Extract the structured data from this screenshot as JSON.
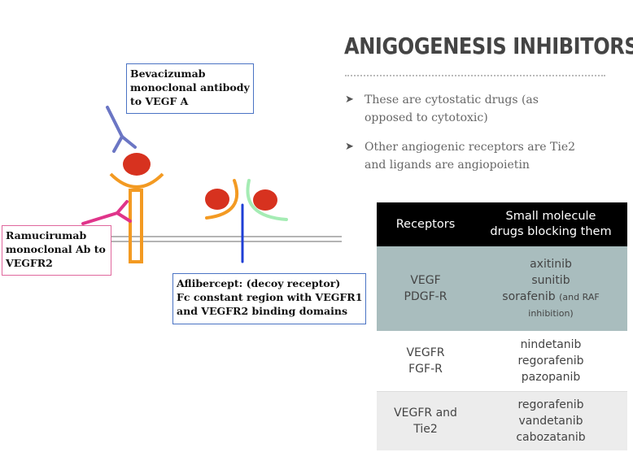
{
  "slide": {
    "title": "ANIGOGENESIS INHIBITORS",
    "bullets": [
      {
        "lines": [
          "These are cytostatic drugs (as",
          "opposed to cytotoxic)"
        ]
      },
      {
        "lines": [
          "Other angiogenic receptors are Tie2",
          "and ligands are angiopoietin"
        ]
      }
    ],
    "bullet_marker": "➤"
  },
  "callouts": {
    "bevacizumab": {
      "lines": [
        "Bevacizumab",
        "monoclonal antibody",
        "to VEGF A"
      ]
    },
    "ramucirumab": {
      "lines": [
        "Ramucirumab",
        "monoclonal Ab to",
        "VEGFR2"
      ]
    },
    "aflibercept": {
      "lines": [
        "Aflibercept: (decoy receptor)",
        "Fc constant region with VEGFR1",
        "and VEGFR2 binding domains"
      ]
    }
  },
  "table": {
    "headers": {
      "receptors": "Receptors",
      "drugs_line1": "Small molecule",
      "drugs_line2": "drugs blocking them"
    },
    "rows": [
      {
        "receptor_lines": [
          "VEGF",
          "PDGF-R"
        ],
        "drugs": [
          "axitinib",
          "sunitib",
          "sorafenib"
        ],
        "note": "(and RAF",
        "note2": "inhibition)"
      },
      {
        "receptor_lines": [
          "VEGFR",
          "FGF-R"
        ],
        "drugs": [
          "nindetanib",
          "regorafenib",
          "pazopanib"
        ]
      },
      {
        "receptor_lines": [
          "VEGFR and",
          "Tie2"
        ],
        "drugs": [
          "regorafenib",
          "vandetanib",
          "cabozatanib"
        ]
      }
    ]
  },
  "colors": {
    "antibody_blue": "#6b76c4",
    "vegf_red": "#d7321f",
    "receptor_orange": "#f39a22",
    "ramucirumab_pink": "#e0348a",
    "decoy_green": "#a5ecb4",
    "decoy_blue": "#1f3fd6",
    "membrane_gray": "#888888"
  }
}
